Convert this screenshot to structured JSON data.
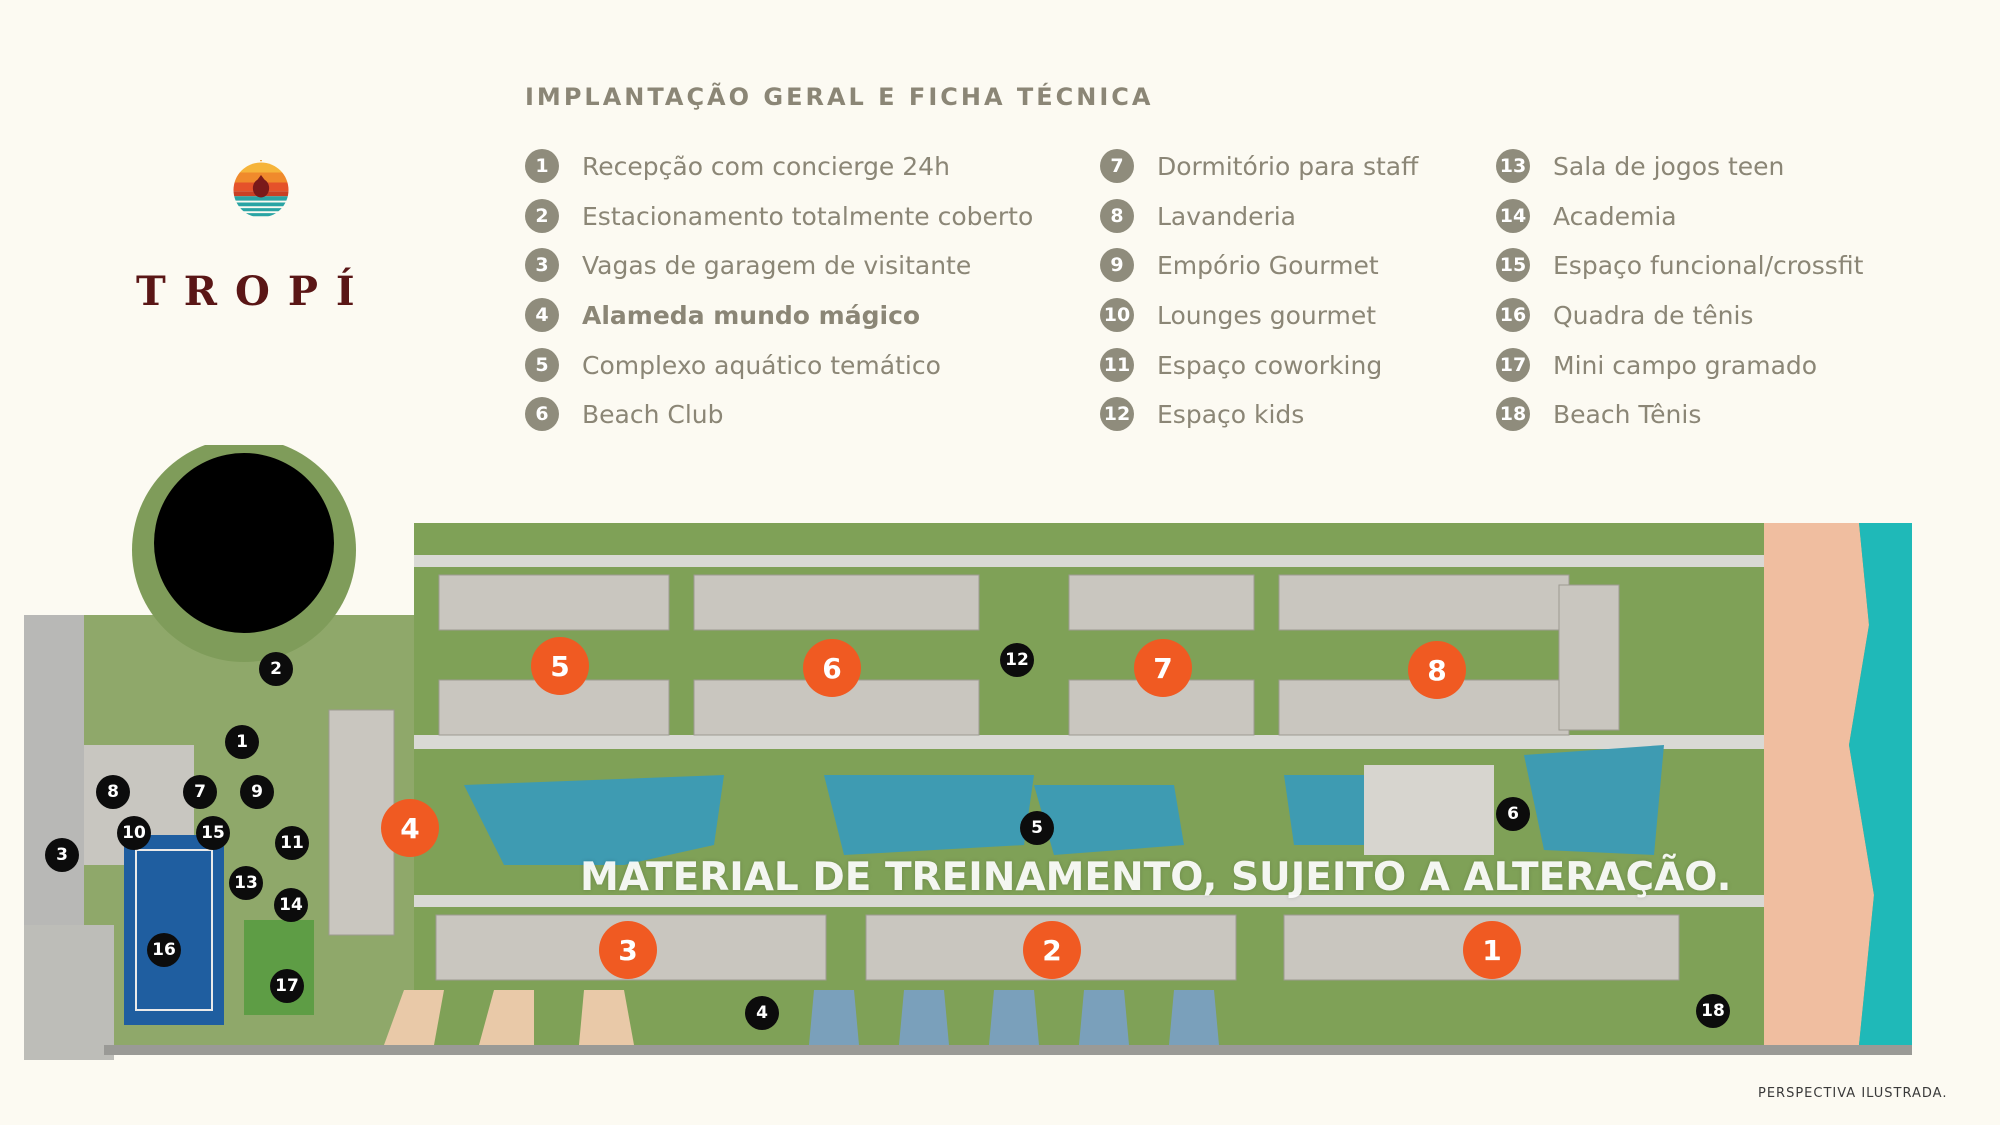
{
  "header": {
    "title": "IMPLANTAÇÃO GERAL E FICHA TÉCNICA"
  },
  "brand": {
    "name": "TROPÍ"
  },
  "legend": [
    {
      "num": "1",
      "label": "Recepção com concierge 24h"
    },
    {
      "num": "2",
      "label": "Estacionamento totalmente coberto"
    },
    {
      "num": "3",
      "label": "Vagas de garagem de visitante"
    },
    {
      "num": "4",
      "label": "Alameda mundo mágico",
      "bold": true
    },
    {
      "num": "5",
      "label": "Complexo aquático temático"
    },
    {
      "num": "6",
      "label": "Beach Club"
    },
    {
      "num": "7",
      "label": "Dormitório para staff"
    },
    {
      "num": "8",
      "label": "Lavanderia"
    },
    {
      "num": "9",
      "label": "Empório Gourmet"
    },
    {
      "num": "10",
      "label": "Lounges gourmet"
    },
    {
      "num": "11",
      "label": "Espaço coworking"
    },
    {
      "num": "12",
      "label": "Espaço kids"
    },
    {
      "num": "13",
      "label": "Sala de jogos teen"
    },
    {
      "num": "14",
      "label": "Academia"
    },
    {
      "num": "15",
      "label": "Espaço funcional/crossfit"
    },
    {
      "num": "16",
      "label": "Quadra de tênis"
    },
    {
      "num": "17",
      "label": "Mini campo gramado"
    },
    {
      "num": "18",
      "label": "Beach Tênis"
    }
  ],
  "map": {
    "big_markers": [
      "5",
      "6",
      "7",
      "8",
      "4",
      "3",
      "2",
      "1"
    ],
    "small_markers": [
      "2",
      "1",
      "8",
      "7",
      "9",
      "10",
      "15",
      "11",
      "3",
      "13",
      "14",
      "16",
      "17",
      "12",
      "5",
      "6",
      "4",
      "18"
    ],
    "watermark": "MATERIAL DE TREINAMENTO, SUJEITO A ALTERAÇÃO.",
    "colors": {
      "big_marker": "#f05a22",
      "small_marker": "#0c0c0c",
      "grass": "#6f9a48",
      "pool": "#3e9bb2",
      "sea": "#1fb9b8",
      "sand": "#f0bea0"
    }
  },
  "footer": {
    "note": "PERSPECTIVA ILUSTRADA."
  }
}
